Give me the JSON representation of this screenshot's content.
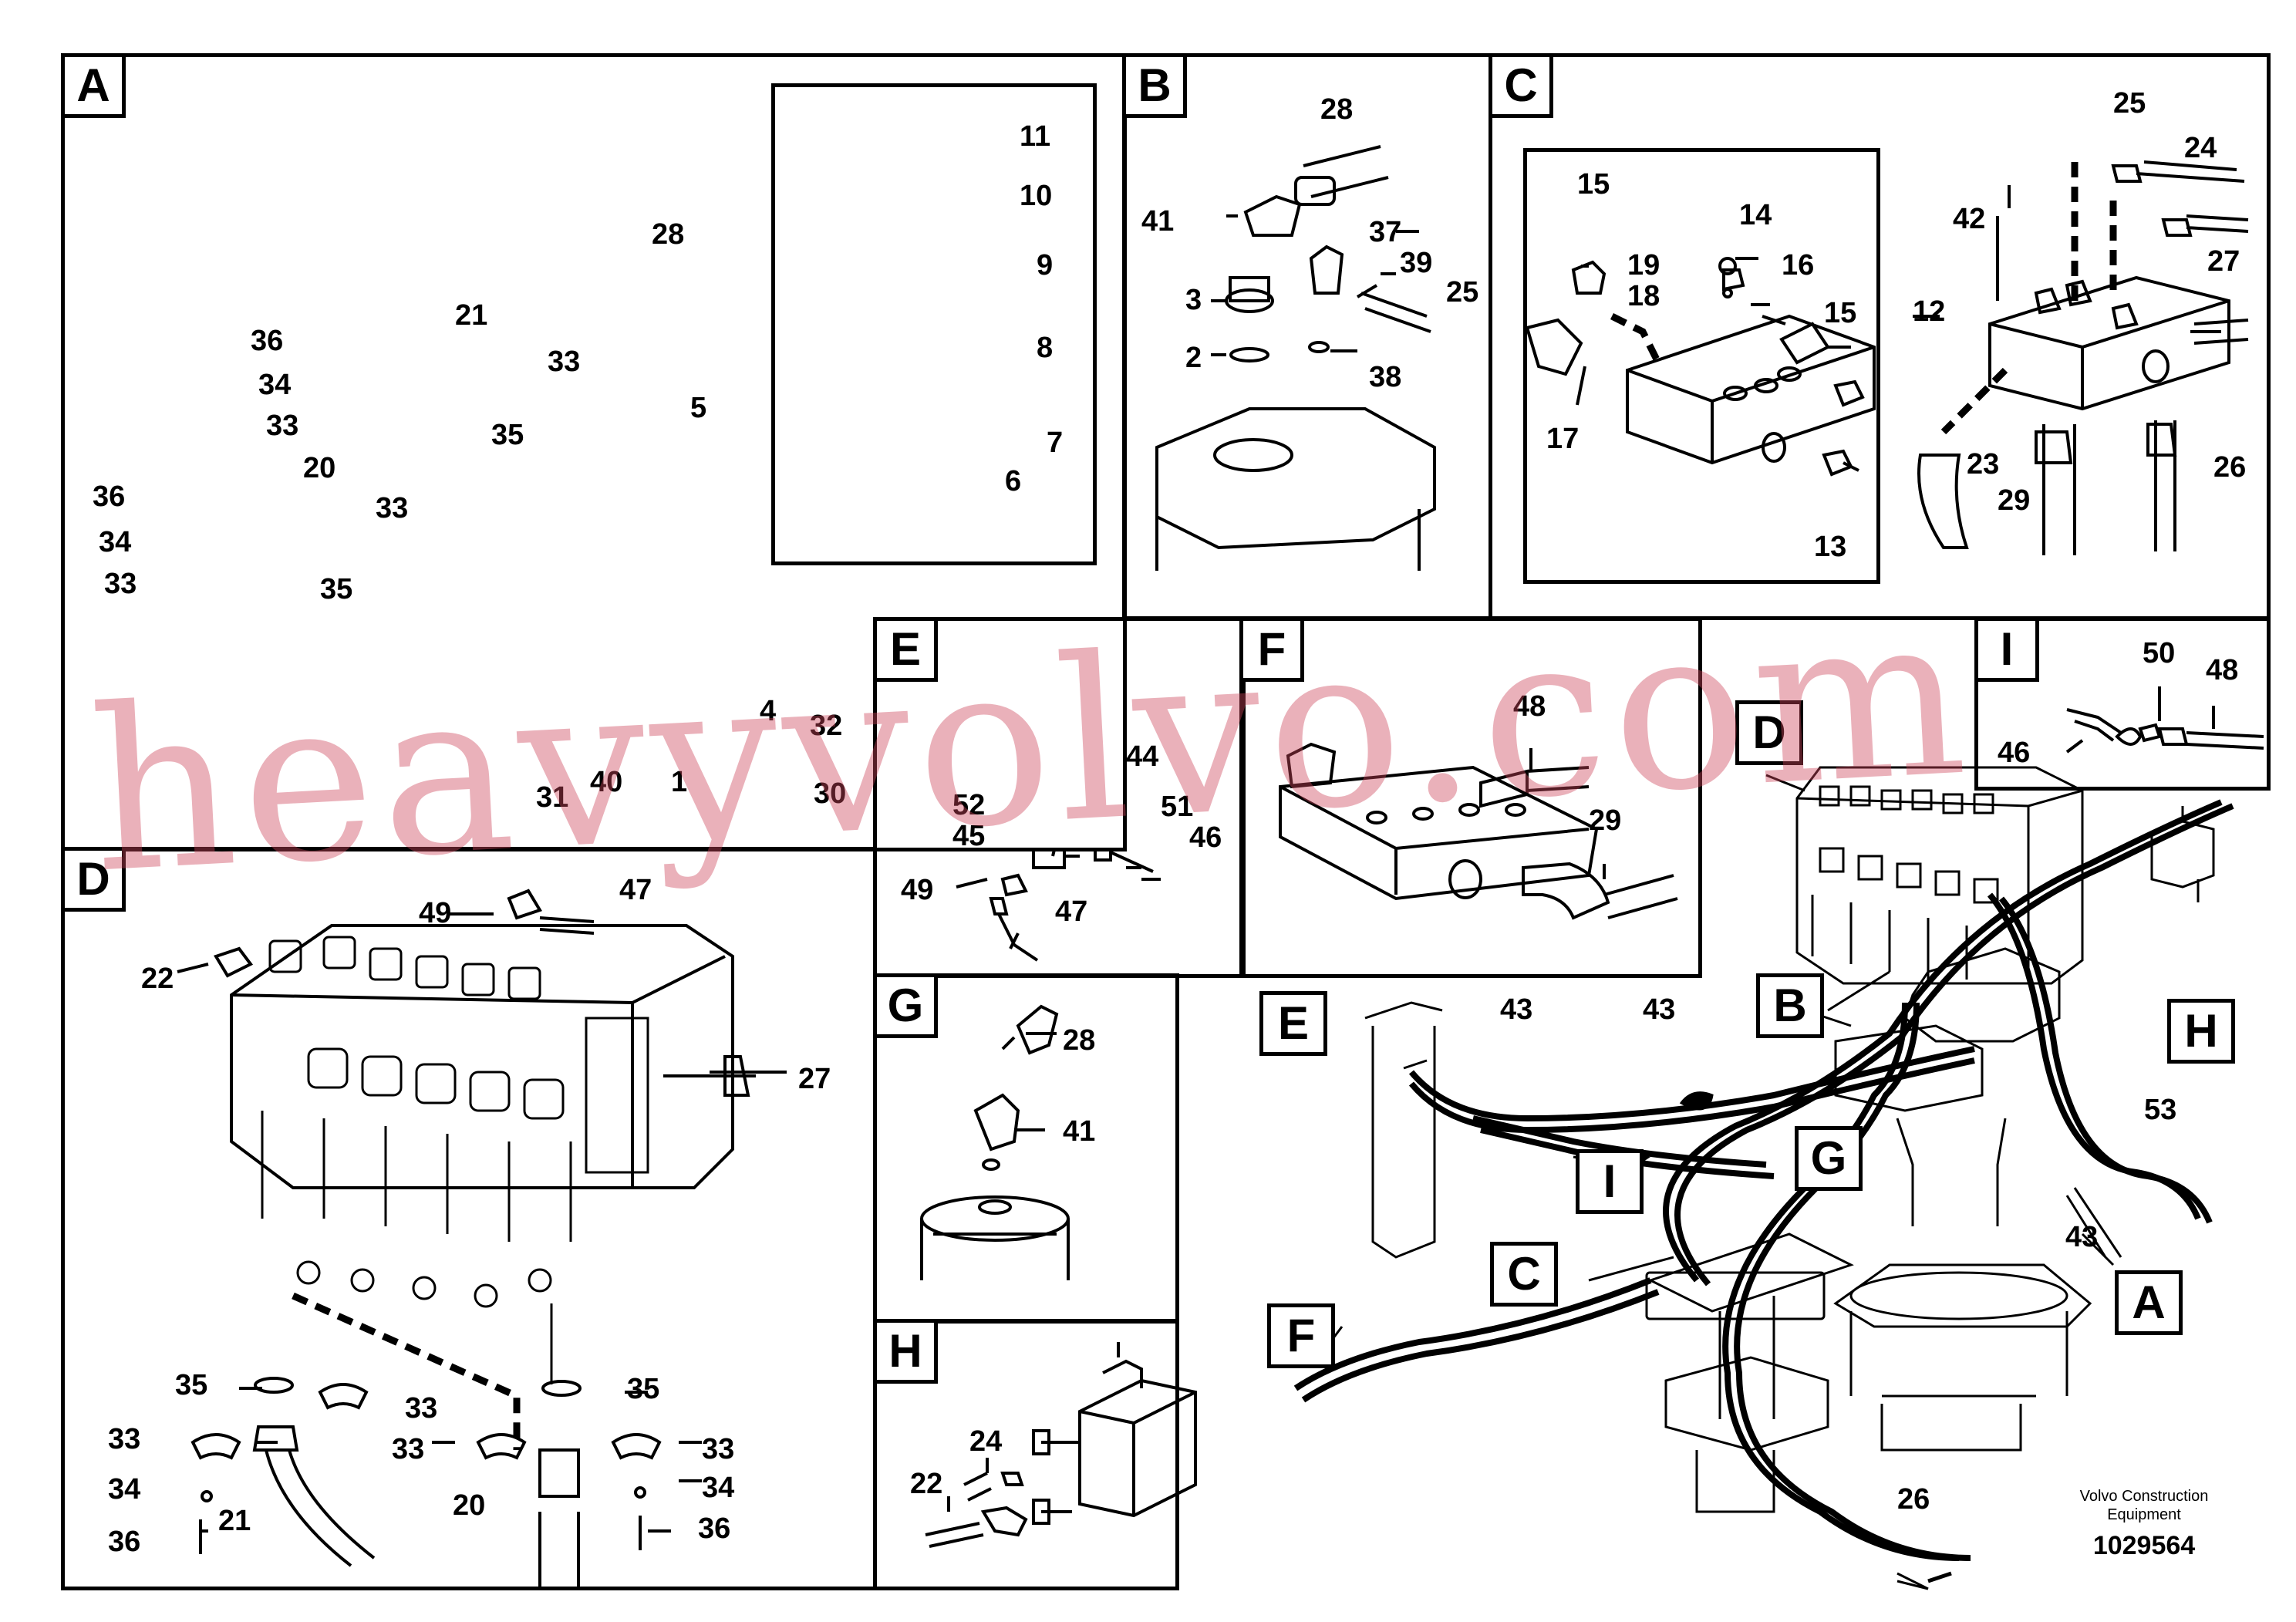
{
  "sections": {
    "A": {
      "label": "A",
      "callouts": [
        "11",
        "10",
        "9",
        "8",
        "7",
        "6",
        "28",
        "21",
        "36",
        "34",
        "33",
        "33",
        "5",
        "35",
        "36",
        "20",
        "33",
        "34",
        "33",
        "35",
        "4",
        "32",
        "31",
        "40",
        "1",
        "30"
      ]
    },
    "B": {
      "label": "B",
      "callouts": [
        "28",
        "41",
        "37",
        "39",
        "25",
        "3",
        "2",
        "38"
      ]
    },
    "C": {
      "label": "C",
      "callouts": [
        "15",
        "14",
        "19",
        "18",
        "16",
        "15",
        "17",
        "13",
        "25",
        "24",
        "42",
        "27",
        "12",
        "23",
        "29",
        "26"
      ]
    },
    "D": {
      "label": "D",
      "callouts": [
        "49",
        "47",
        "22",
        "27",
        "35",
        "33",
        "33",
        "34",
        "21",
        "36",
        "35",
        "33",
        "33",
        "20",
        "34",
        "36"
      ]
    },
    "E": {
      "label": "E",
      "callouts": [
        "44",
        "52",
        "45",
        "51",
        "46",
        "49",
        "47"
      ]
    },
    "F": {
      "label": "F",
      "callouts": [
        "48",
        "29"
      ]
    },
    "G": {
      "label": "G",
      "callouts": [
        "28",
        "41"
      ]
    },
    "H": {
      "label": "H",
      "callouts": [
        "24",
        "22"
      ]
    },
    "I": {
      "label": "I",
      "callouts": [
        "50",
        "48",
        "46"
      ]
    },
    "overview": {
      "tags": [
        "D",
        "B",
        "H",
        "E",
        "I",
        "G",
        "C",
        "A",
        "F"
      ],
      "callouts": [
        "43",
        "43",
        "53",
        "43",
        "26"
      ]
    }
  },
  "footer": {
    "company": "Volvo Construction",
    "company2": "Equipment",
    "ref": "1029564"
  },
  "watermark": "heavyvolvo.com"
}
